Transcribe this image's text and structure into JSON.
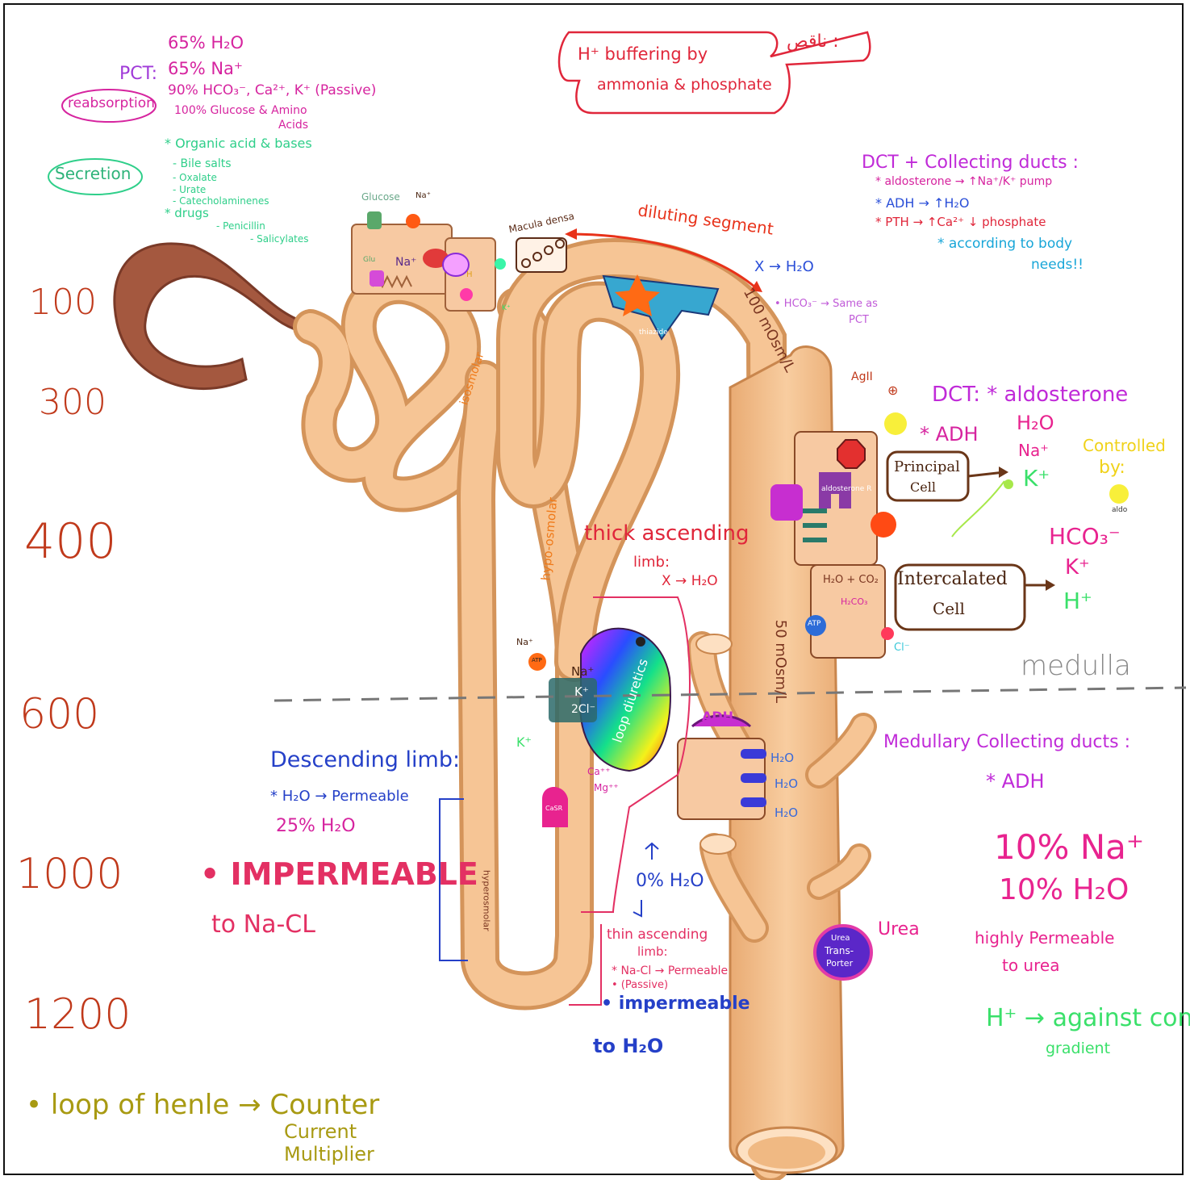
{
  "scale_labels": [
    "100",
    "300",
    "400",
    "600",
    "1000",
    "1200"
  ],
  "pct": {
    "prefix": "PCT:",
    "line1": "65% H₂O",
    "line2": "65% Na⁺",
    "line3": "90% HCO₃⁻, Ca²⁺, K⁺ (Passive)",
    "line4": "100% Glucose & Amino",
    "line5": "Acids",
    "reabsorption_badge": "reabsorption"
  },
  "secretion": {
    "badge": "Secretion",
    "header": "* Organic acid & bases",
    "items": [
      "- Bile salts",
      "- Oxalate",
      "- Urate",
      "- Catecholaminenes"
    ],
    "drugs": "* drugs",
    "drug_items": [
      "- Penicillin",
      "- Salicylates"
    ]
  },
  "bubble": {
    "line1": "H⁺ buffering by",
    "line2": "ammonia & phosphate",
    "arabic": "ناقص :"
  },
  "dct_cd": {
    "title": "DCT + Collecting ducts :",
    "line1": "* aldosterone → ↑Na⁺/K⁺ pump",
    "line2": "* ADH → ↑H₂O",
    "line3": "* PTH → ↑Ca²⁺ ↓ phosphate",
    "line4": "* according to body",
    "line5": "needs!!"
  },
  "diluting_segment": "diluting segment",
  "macula_densa": "Macula densa",
  "x_h2o_top": "X → H₂O",
  "hco3_same": "• HCO₃⁻ → Same as",
  "hco3_pct": "PCT",
  "osm_100": "100 mOsm/L",
  "osm_50": "50 mOsm/L",
  "isosmolar": "isosmolar",
  "hypo_osmolar": "hypo-osmolar",
  "hyperosmolar": "hyperosmolar",
  "thiazide": "thiazide",
  "tal": {
    "title": "thick ascending",
    "sub": "limb:",
    "rule": "X → H₂O"
  },
  "dct": {
    "title": "DCT: * aldosterone",
    "adh": "* ADH",
    "principal_1": "Principal",
    "principal_2": "Cell",
    "h2o": "H₂O",
    "na": "Na⁺",
    "k": "K⁺",
    "controlled_1": "Controlled",
    "controlled_2": "by:",
    "aldo": "aldo",
    "angii": "AgII",
    "plus": "⊕",
    "intercalated_1": "Intercalated",
    "intercalated_2": "Cell",
    "hco3": "HCO₃⁻",
    "k2": "K⁺",
    "h": "H⁺",
    "h2o_co2": "H₂O + CO₂",
    "h2co3": "H₂CO₃",
    "atp": "ATP",
    "cl": "Cl⁻",
    "aldosterone_r": "aldosterone R"
  },
  "medulla": "medulla",
  "loop_diuretics": "loop diuretics",
  "lumen": {
    "na": "Na⁺",
    "k": "K⁺",
    "cl": "2Cl⁻",
    "ca": "Ca⁺⁺",
    "mg": "Mg⁺⁺",
    "atp": "ATP",
    "na_out": "Na⁺",
    "k_out": "K⁺"
  },
  "casr": "CaSR",
  "descending": {
    "title": "Descending limb:",
    "line1": "* H₂O → Permeable",
    "line2": "25% H₂O"
  },
  "impermeable_nacl_1": "• IMPERMEABLE",
  "impermeable_nacl_2": "to Na-CL",
  "zero_h2o": "0% H₂O",
  "thin_asc": {
    "title": "thin ascending",
    "sub": "limb:",
    "line1": "* Na-Cl → Permeable",
    "line2": "• (Passive)"
  },
  "impermeable_h2o_1": "• impermeable",
  "impermeable_h2o_2": "to H₂O",
  "adh_label": "ADH",
  "h2o_channels": [
    "H₂O",
    "H₂O",
    "H₂O"
  ],
  "medullary": {
    "title": "Medullary Collecting ducts :",
    "adh": "* ADH"
  },
  "cd_stats": {
    "na": "10% Na⁺",
    "h2o": "10% H₂O",
    "urea_1": "highly Permeable",
    "urea_2": "to urea",
    "h_1": "H⁺ → against conc",
    "h_2": "gradient"
  },
  "urea_transporter": {
    "label_1": "Urea",
    "label_2": "Trans-",
    "label_3": "Porter",
    "urea": "Urea"
  },
  "loop_henle": {
    "line1": "• loop of henle → Counter",
    "line2": "Current",
    "line3": "Multiplier"
  },
  "pct_cell": {
    "glucose": "Glucose",
    "na": "Na⁺",
    "glu": "Glu",
    "na2": "Na⁺",
    "k": "K⁺",
    "h": "H"
  },
  "colors": {
    "tubule_fill": "#f4c08e",
    "tubule_edge": "#d4945a",
    "capsule": "#a4583f",
    "scale": "#c0391b",
    "magenta": "#d6249f",
    "blue": "#2b4fd8",
    "red": "#e0263a",
    "green": "#2fcf8a",
    "olive": "#a89a12",
    "brown": "#7a3520",
    "orange": "#ef7a1a"
  }
}
